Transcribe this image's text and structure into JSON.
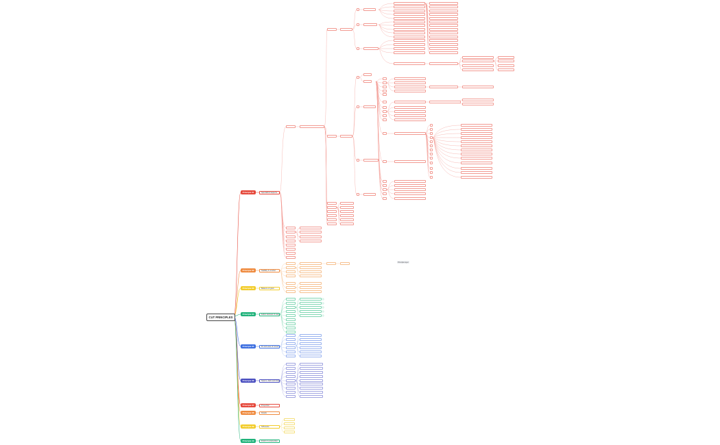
{
  "root": {
    "label": "CUT PRINCIPLES"
  },
  "tag": "Principle layer",
  "principles": [
    {
      "label": "Principle 01",
      "sub": "Specialized aspects",
      "color": "#e5473a",
      "tint": "#f29a92"
    },
    {
      "label": "Principle 02",
      "sub": "Stability & comfort",
      "color": "#ef8a3e",
      "tint": "#f6c08e"
    },
    {
      "label": "Principle 03",
      "sub": "Balance of grain",
      "color": "#f2cc2a",
      "tint": "#f5df7a"
    },
    {
      "label": "Principle 04",
      "sub": "Fabric behavior & weight",
      "color": "#1fb27a",
      "tint": "#7fd6b2"
    },
    {
      "label": "Principle 05",
      "sub": "Fit and ease of movement",
      "color": "#3d6fe0",
      "tint": "#97b1ef"
    },
    {
      "label": "Principle 06",
      "sub": "Seams, darts and shaping",
      "color": "#4a4fc0",
      "tint": "#9fa2e0"
    },
    {
      "label": "Principle 07",
      "sub": "Proportion",
      "color": "#e5473a",
      "tint": "#f29a92"
    },
    {
      "label": "Principle 08",
      "sub": "Details",
      "color": "#ef8a3e",
      "tint": "#f6c08e"
    },
    {
      "label": "Principle 09",
      "sub": "Silhouette",
      "color": "#f2cc2a",
      "tint": "#f5df7a"
    },
    {
      "label": "Principle 10",
      "sub": "Finish & construction",
      "color": "#1fb27a",
      "tint": "#7fd6b2"
    }
  ]
}
